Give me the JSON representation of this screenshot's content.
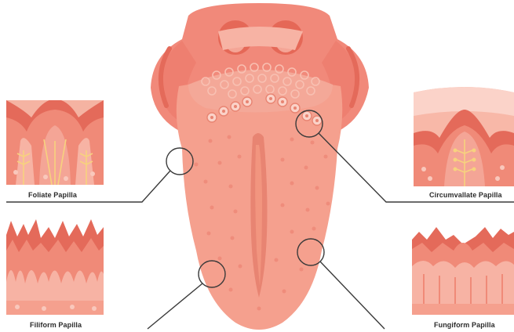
{
  "labels": {
    "foliate": "Foliate Papilla",
    "circumvallate": "Circumvallate Papilla",
    "filiform": "Filiform Papilla",
    "fungiform": "Fungiform Papilla"
  },
  "colors": {
    "tongue": "#f5a08e",
    "tongue_light": "#f8b6a6",
    "tongue_dark": "#e88472",
    "throat": "#f1897a",
    "tissue_deep": "#e46a5a",
    "nerve": "#f7d27e",
    "line": "#3a3a3a"
  }
}
